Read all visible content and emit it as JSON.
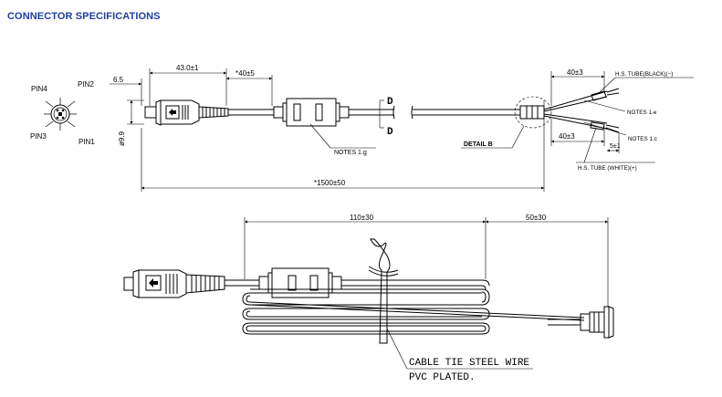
{
  "page": {
    "title": "CONNECTOR SPECIFICATIONS"
  },
  "colors": {
    "title": "#1f3fa0",
    "line": "#000000"
  },
  "pins": [
    "PIN4",
    "PIN2",
    "PIN3",
    "PIN1"
  ],
  "top_drawing": {
    "dim_pin_offset": "6.5",
    "dim_overmold": "43.0±1",
    "dim_ferrite_gap": "*40±5",
    "dim_diameter": "ø9.9",
    "dim_total": "*1500±50",
    "notes_ferrite": "NOTES 1.g",
    "section_mark": "D",
    "detail_label": "DETAIL B",
    "dim_tube_top": "40±3",
    "dim_tube_bottom": "40±3",
    "dim_strip": "5±1",
    "tube_black": "H.S. TUBE(BLACK)(−)",
    "tube_white": "H.S. TUBE (WHITE)(+)",
    "notes_e": "NOTES 1.e",
    "notes_c": "NOTES 1.c"
  },
  "bottom_drawing": {
    "dim_left": "110±30",
    "dim_right": "50±30",
    "tie_line1": "CABLE TIE STEEL WIRE",
    "tie_line2": "PVC PLATED."
  }
}
